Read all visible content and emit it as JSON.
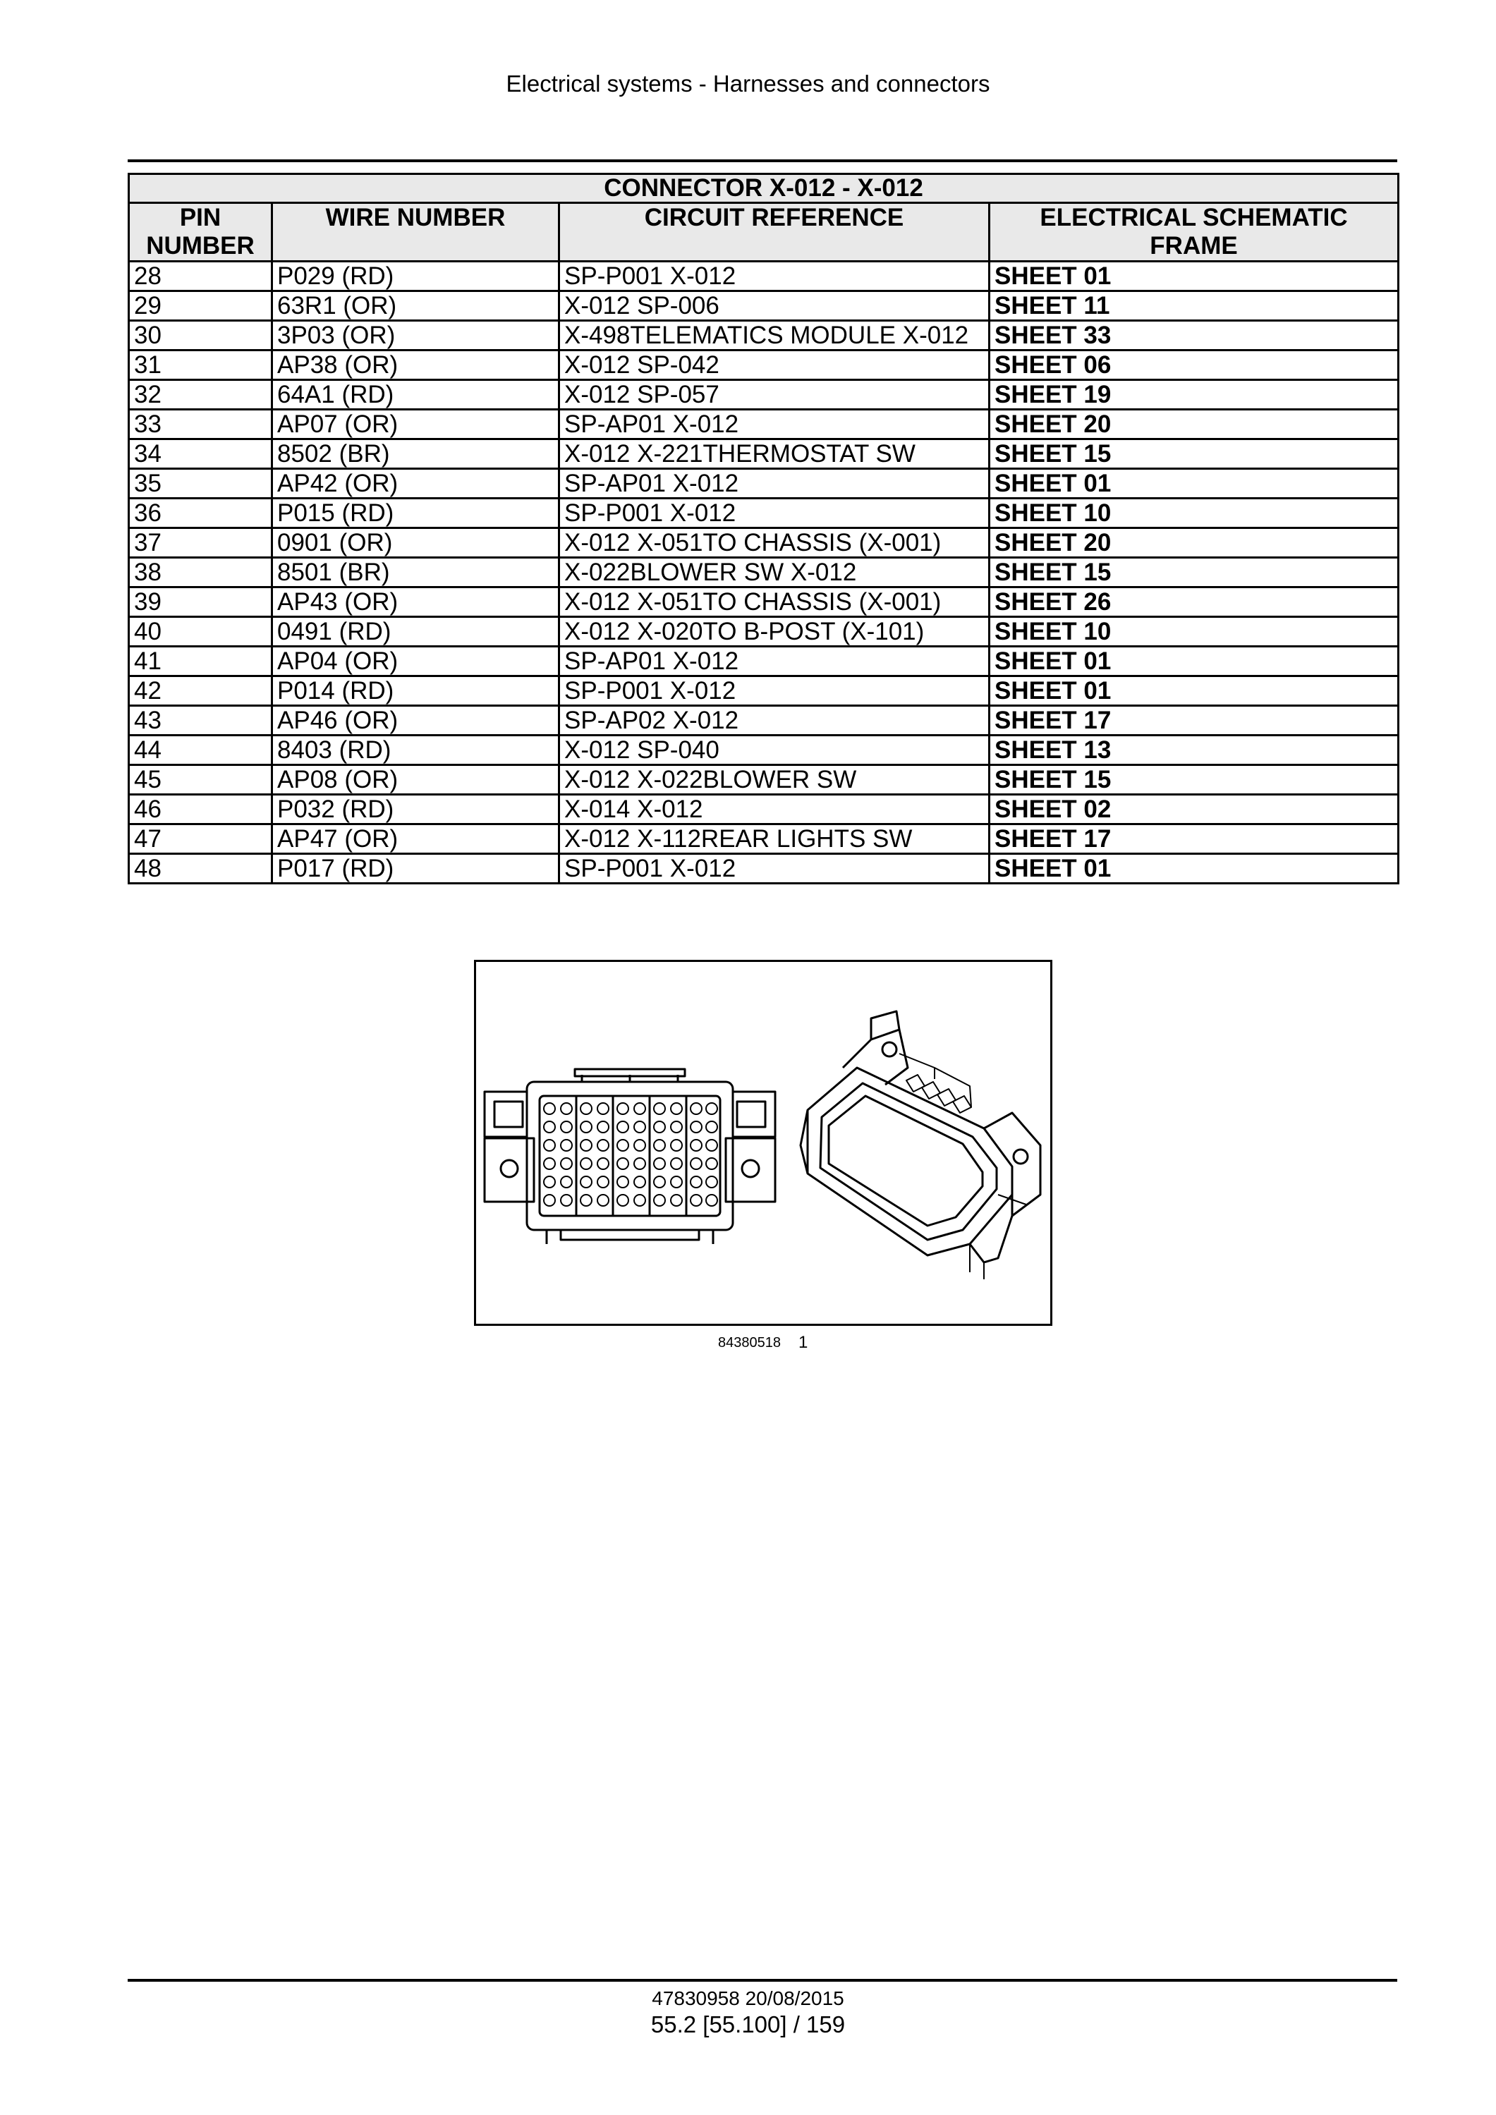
{
  "header": {
    "title": "Electrical systems - Harnesses and connectors"
  },
  "table": {
    "title": "CONNECTOR X-012 - X-012",
    "columns": [
      "PIN NUMBER",
      "WIRE NUMBER",
      "CIRCUIT REFERENCE",
      "ELECTRICAL SCHEMATIC FRAME"
    ],
    "rows": [
      [
        "28",
        "P029 (RD)",
        "SP-P001 X-012",
        "SHEET 01"
      ],
      [
        "29",
        "63R1 (OR)",
        "X-012 SP-006",
        "SHEET 11"
      ],
      [
        "30",
        "3P03 (OR)",
        "X-498TELEMATICS MODULE X-012",
        "SHEET 33"
      ],
      [
        "31",
        "AP38 (OR)",
        "X-012 SP-042",
        "SHEET 06"
      ],
      [
        "32",
        "64A1 (RD)",
        "X-012 SP-057",
        "SHEET 19"
      ],
      [
        "33",
        "AP07 (OR)",
        "SP-AP01 X-012",
        "SHEET 20"
      ],
      [
        "34",
        "8502 (BR)",
        "X-012 X-221THERMOSTAT SW",
        "SHEET 15"
      ],
      [
        "35",
        "AP42 (OR)",
        "SP-AP01 X-012",
        "SHEET 01"
      ],
      [
        "36",
        "P015 (RD)",
        "SP-P001 X-012",
        "SHEET 10"
      ],
      [
        "37",
        "0901 (OR)",
        "X-012 X-051TO CHASSIS (X-001)",
        "SHEET 20"
      ],
      [
        "38",
        "8501 (BR)",
        "X-022BLOWER SW X-012",
        "SHEET 15"
      ],
      [
        "39",
        "AP43 (OR)",
        "X-012 X-051TO CHASSIS (X-001)",
        "SHEET 26"
      ],
      [
        "40",
        "0491 (RD)",
        "X-012 X-020TO B-POST (X-101)",
        "SHEET 10"
      ],
      [
        "41",
        "AP04 (OR)",
        "SP-AP01 X-012",
        "SHEET 01"
      ],
      [
        "42",
        "P014 (RD)",
        "SP-P001 X-012",
        "SHEET 01"
      ],
      [
        "43",
        "AP46 (OR)",
        "SP-AP02 X-012",
        "SHEET 17"
      ],
      [
        "44",
        "8403 (RD)",
        "X-012 SP-040",
        "SHEET 13"
      ],
      [
        "45",
        "AP08 (OR)",
        "X-012 X-022BLOWER SW",
        "SHEET 15"
      ],
      [
        "46",
        "P032 (RD)",
        "X-014 X-012",
        "SHEET 02"
      ],
      [
        "47",
        "AP47 (OR)",
        "X-012 X-112REAR LIGHTS SW",
        "SHEET 17"
      ],
      [
        "48",
        "P017 (RD)",
        "SP-P001 X-012",
        "SHEET 01"
      ]
    ]
  },
  "figure": {
    "id": "84380518",
    "number": "1"
  },
  "footer": {
    "doc": "47830958 20/08/2015",
    "page": "55.2 [55.100] / 159"
  }
}
